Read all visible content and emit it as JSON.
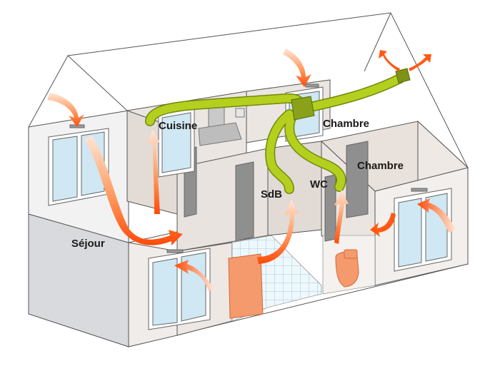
{
  "rooms": {
    "sejour": "Séjour",
    "cuisine": "Cuisine",
    "chambre_1": "Chambre",
    "chambre_2": "Chambre",
    "sdb": "SdB",
    "wc": "WC"
  },
  "colors": {
    "duct": "#b5cf1e",
    "duct_outline": "#6f8a0c",
    "fan_unit": "#8aa21a",
    "airflow": "#ff5a14",
    "wall_fill": "#ece6e2",
    "floor_fill": "#d9dade",
    "outline": "#444444",
    "window_glass": "#cfe8f3",
    "sanitary": "#f59a6c",
    "door": "#8f8f8f"
  }
}
